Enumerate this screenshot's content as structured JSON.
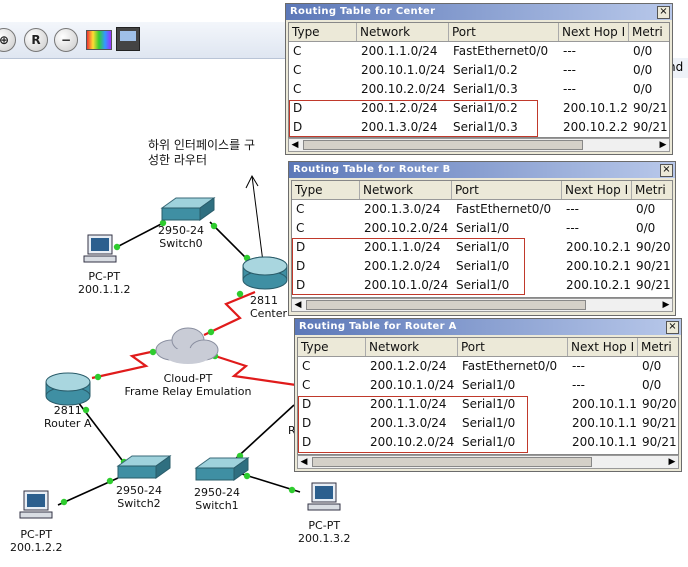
{
  "toolbar": {
    "icons": [
      "zoom-reset-icon",
      "zoom-in-icon",
      "zoom-out-icon",
      "palette-icon",
      "network-info-icon"
    ]
  },
  "annotation": {
    "line1": "하위 인터페이스를 구",
    "line2": "성한 라우터"
  },
  "partial_text": "nd",
  "columns": [
    "Type",
    "Network",
    "Port",
    "Next Hop I",
    "Metri"
  ],
  "tables": {
    "center": {
      "title": "Routing Table for Center",
      "rows": [
        [
          "C",
          "200.1.1.0/24",
          "FastEthernet0/0",
          "---",
          "0/0"
        ],
        [
          "C",
          "200.10.1.0/24",
          "Serial1/0.2",
          "---",
          "0/0"
        ],
        [
          "C",
          "200.10.2.0/24",
          "Serial1/0.3",
          "---",
          "0/0"
        ],
        [
          "D",
          "200.1.2.0/24",
          "Serial1/0.2",
          "200.10.1.2",
          "90/21"
        ],
        [
          "D",
          "200.1.3.0/24",
          "Serial1/0.3",
          "200.10.2.2",
          "90/21"
        ]
      ]
    },
    "router_b": {
      "title": "Routing Table for Router B",
      "rows": [
        [
          "C",
          "200.1.3.0/24",
          "FastEthernet0/0",
          "---",
          "0/0"
        ],
        [
          "C",
          "200.10.2.0/24",
          "Serial1/0",
          "---",
          "0/0"
        ],
        [
          "D",
          "200.1.1.0/24",
          "Serial1/0",
          "200.10.2.1",
          "90/20"
        ],
        [
          "D",
          "200.1.2.0/24",
          "Serial1/0",
          "200.10.2.1",
          "90/21"
        ],
        [
          "D",
          "200.10.1.0/24",
          "Serial1/0",
          "200.10.2.1",
          "90/21"
        ]
      ]
    },
    "router_a": {
      "title": "Routing Table for Router A",
      "rows": [
        [
          "C",
          "200.1.2.0/24",
          "FastEthernet0/0",
          "---",
          "0/0"
        ],
        [
          "C",
          "200.10.1.0/24",
          "Serial1/0",
          "---",
          "0/0"
        ],
        [
          "D",
          "200.1.1.0/24",
          "Serial1/0",
          "200.10.1.1",
          "90/20"
        ],
        [
          "D",
          "200.1.3.0/24",
          "Serial1/0",
          "200.10.1.1",
          "90/21"
        ],
        [
          "D",
          "200.10.2.0/24",
          "Serial1/0",
          "200.10.1.1",
          "90/21"
        ]
      ]
    }
  },
  "topology": {
    "switch0": {
      "model": "2950-24",
      "name": "Switch0"
    },
    "switch1": {
      "model": "2950-24",
      "name": "Switch1"
    },
    "switch2": {
      "model": "2950-24",
      "name": "Switch2"
    },
    "center": {
      "model": "2811",
      "name": "Center"
    },
    "router_a": {
      "model": "2811",
      "name": "Router A"
    },
    "router_b": {
      "name": "R"
    },
    "cloud": {
      "model": "Cloud-PT",
      "name": "Frame Relay Emulation"
    },
    "pc0": {
      "model": "PC-PT",
      "ip": "200.1.1.2"
    },
    "pc1": {
      "model": "PC-PT",
      "ip": "200.1.2.2"
    },
    "pc2": {
      "model": "PC-PT",
      "ip": "200.1.3.2"
    }
  },
  "colors": {
    "link": "#000000",
    "serial": "#e01b1b",
    "port": "#2ecc2e",
    "highlight": "#c0392b",
    "titlebar": "#5c78b8"
  }
}
